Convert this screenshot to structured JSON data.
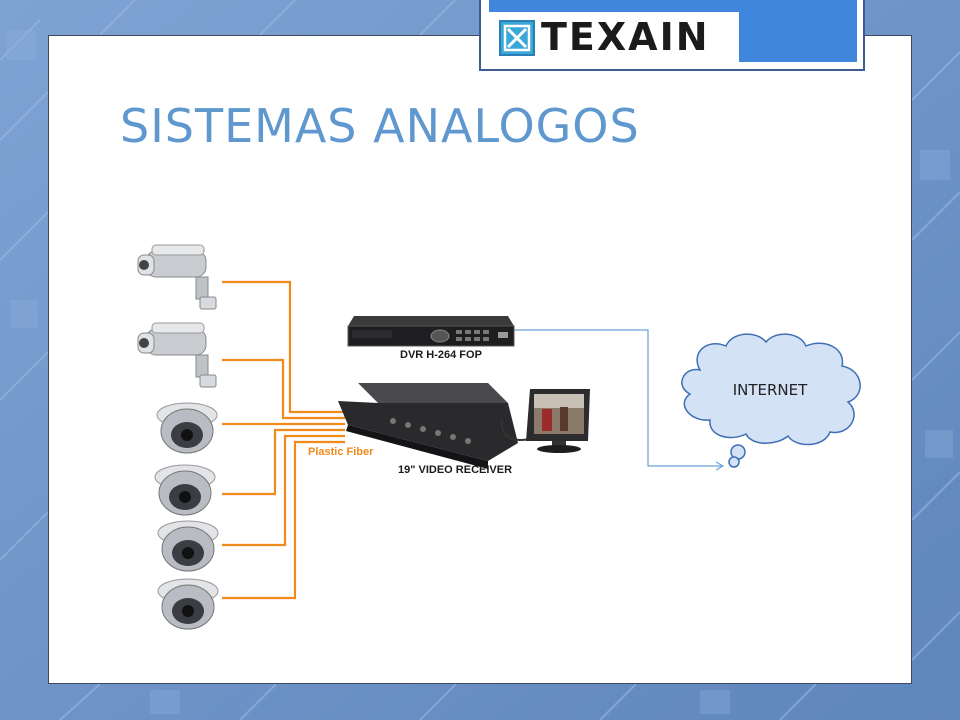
{
  "logo": {
    "brand": "TEXAIN",
    "icon": "x-box-icon"
  },
  "slide": {
    "title": "SISTEMAS ANALOGOS"
  },
  "diagram": {
    "dvr_label": "DVR H-264 FOP",
    "receiver_label": "19\" VIDEO RECEIVER",
    "fiber_label": "Plastic Fiber",
    "cloud_label": "INTERNET",
    "cameras": [
      {
        "kind": "bullet-camera-icon"
      },
      {
        "kind": "bullet-camera-icon"
      },
      {
        "kind": "dome-camera-icon"
      },
      {
        "kind": "dome-camera-icon"
      },
      {
        "kind": "dome-camera-icon"
      },
      {
        "kind": "dome-camera-icon"
      }
    ]
  },
  "colors": {
    "background": "#6f95c9",
    "title": "#5f97cf",
    "fiber": "#f08a1c",
    "link_line": "#6aa2d6",
    "cloud_fill": "#d4e2f5",
    "cloud_stroke": "#3e6fb4",
    "logo_blue": "#3f86dc"
  }
}
